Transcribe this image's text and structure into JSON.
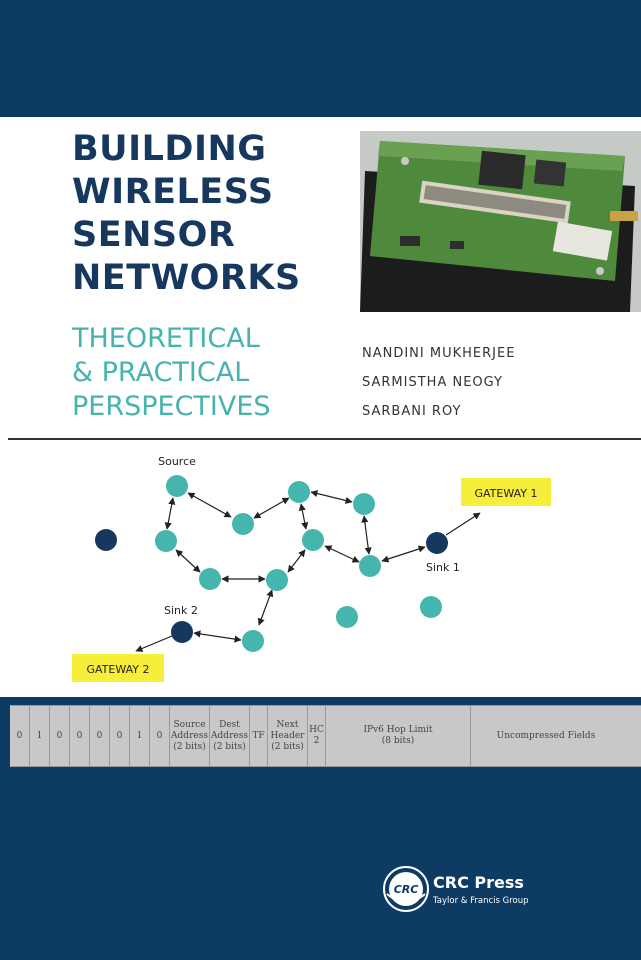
{
  "book": {
    "title_lines": [
      "BUILDING",
      "WIRELESS",
      "SENSOR",
      "NETWORKS"
    ],
    "subtitle_lines": [
      "THEORETICAL",
      "& PRACTICAL",
      "PERSPECTIVES"
    ],
    "authors": [
      "NANDINI MUKHERJEE",
      "SARMISTHA NEOGY",
      "SARBANI ROY"
    ]
  },
  "diagram": {
    "source_label": "Source",
    "sink1_label": "Sink 1",
    "sink2_label": "Sink 2",
    "gateway1_label": "GATEWAY 1",
    "gateway2_label": "GATEWAY 2"
  },
  "packet_header": {
    "bits": [
      "0",
      "1",
      "0",
      "0",
      "0",
      "0",
      "1",
      "0"
    ],
    "fields": [
      {
        "line1": "Source",
        "line2": "Address",
        "line3": "(2 bits)"
      },
      {
        "line1": "Dest",
        "line2": "Address",
        "line3": "(2 bits)"
      },
      {
        "line1": "TF",
        "line2": "",
        "line3": ""
      },
      {
        "line1": "Next",
        "line2": "Header",
        "line3": "(2 bits)"
      },
      {
        "line1": "HC",
        "line2": "2",
        "line3": ""
      },
      {
        "line1": "IPv6 Hop Limit",
        "line2": "(8 bits)",
        "line3": ""
      },
      {
        "line1": "Uncompressed Fields",
        "line2": "",
        "line3": ""
      }
    ]
  },
  "publisher": {
    "logo_text": "CRC",
    "name": "CRC Press",
    "subtitle": "Taylor & Francis Group"
  },
  "colors": {
    "navy": "#0d3b63",
    "teal_node": "#45b6ad",
    "dark_node": "#16385e",
    "gateway_yellow": "#f7ee3a",
    "title_blue": "#16385e",
    "subtitle_teal": "#46b3ad"
  }
}
